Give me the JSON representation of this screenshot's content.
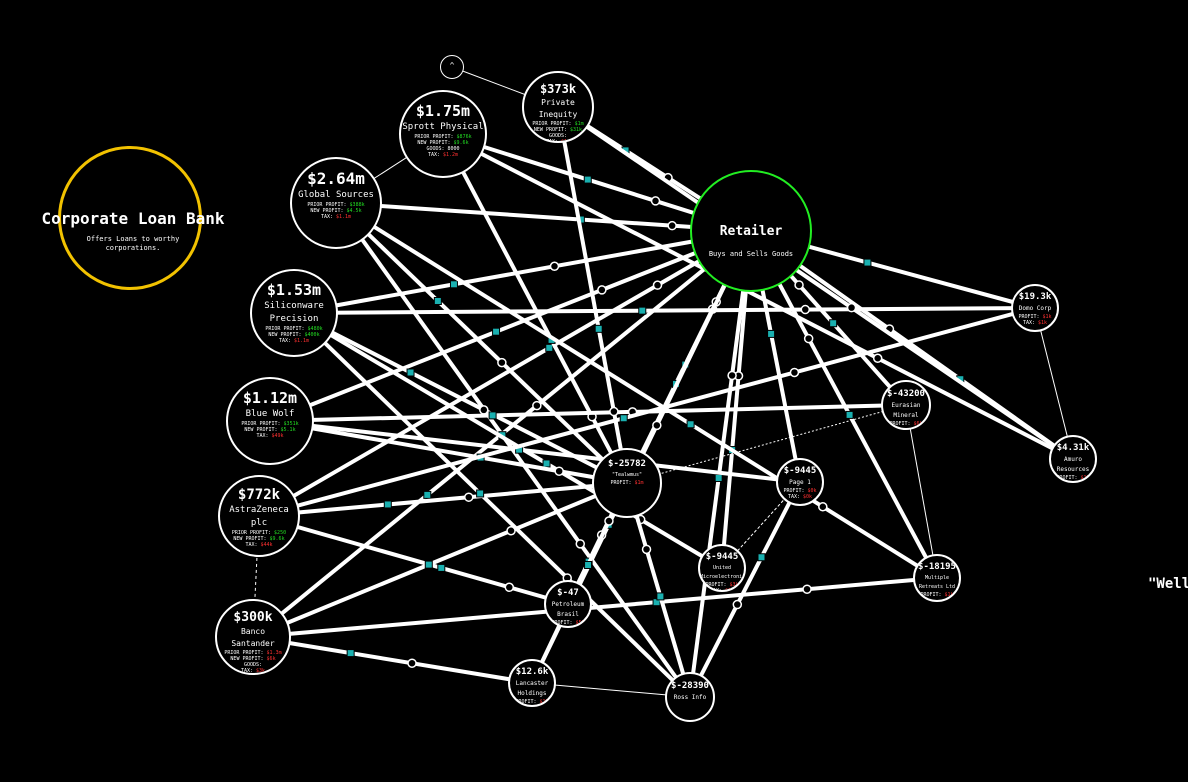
{
  "bank": {
    "title": "Corporate Loan Bank",
    "desc": "Offers Loans to worthy corporations."
  },
  "retailer": {
    "title": "Retailer",
    "desc": "Buys and Sells Goods"
  },
  "small_node_label": "^",
  "edge_text": "\"Well",
  "companies": [
    {
      "id": "private-inequity",
      "value": "$373k",
      "name": "Private Inequity",
      "stats": [
        [
          "PRIOR PROFIT:",
          "$1m",
          "pos"
        ],
        [
          "NEW PROFIT:",
          "$31k",
          "pos"
        ],
        [
          "GOODS:",
          "",
          ""
        ],
        [
          "TAX:",
          "$1m",
          "neg"
        ]
      ]
    },
    {
      "id": "sprott-physical",
      "value": "$1.75m",
      "name": "Sprott Physical",
      "stats": [
        [
          "PRIOR PROFIT:",
          "$876k",
          "pos"
        ],
        [
          "NEW PROFIT:",
          "$9.6k",
          "pos"
        ],
        [
          "GOODS:",
          "8000",
          ""
        ],
        [
          "TAX:",
          "$1.2m",
          "neg"
        ]
      ]
    },
    {
      "id": "global-sources",
      "value": "$2.64m",
      "name": "Global Sources",
      "stats": [
        [
          "PRIOR PROFIT:",
          "$388k",
          "pos"
        ],
        [
          "NEW PROFIT:",
          "$4.5k",
          "pos"
        ],
        [
          "TAX:",
          "$1.1m",
          "neg"
        ]
      ]
    },
    {
      "id": "siliconware",
      "value": "$1.53m",
      "name": "Siliconware Precision",
      "stats": [
        [
          "PRIOR PROFIT:",
          "$480k",
          "pos"
        ],
        [
          "NEW PROFIT:",
          "$400k",
          "pos"
        ],
        [
          "TAX:",
          "$1.1m",
          "neg"
        ]
      ]
    },
    {
      "id": "blue-wolf",
      "value": "$1.12m",
      "name": "Blue Wolf",
      "stats": [
        [
          "PRIOR PROFIT:",
          "$351k",
          "pos"
        ],
        [
          "NEW PROFIT:",
          "$5.1k",
          "pos"
        ],
        [
          "TAX:",
          "$49k",
          "neg"
        ]
      ]
    },
    {
      "id": "astrazeneca",
      "value": "$772k",
      "name": "AstraZeneca plc",
      "stats": [
        [
          "PRIOR PROFIT:",
          "$250",
          "pos"
        ],
        [
          "NEW PROFIT:",
          "$9.6k",
          "pos"
        ],
        [
          "TAX:",
          "$44k",
          "neg"
        ]
      ]
    },
    {
      "id": "banco-santander",
      "value": "$300k",
      "name": "Banco Santander",
      "stats": [
        [
          "PRIOR PROFIT:",
          "$1.3m",
          "neg"
        ],
        [
          "NEW PROFIT:",
          "$6k",
          "neg"
        ],
        [
          "GOODS:",
          "",
          ""
        ],
        [
          "TAX:",
          "$3k",
          "neg"
        ]
      ]
    },
    {
      "id": "node-25782",
      "value": "$-25782",
      "name": "\"Tealwmus\"",
      "stats": [
        [
          "PROFIT:",
          "$1m",
          "neg"
        ]
      ]
    },
    {
      "id": "node-9445-a",
      "value": "$-9445",
      "name": "Page 1",
      "stats": [
        [
          "PROFIT:",
          "$0k",
          "neg"
        ],
        [
          "TAX:",
          "$0k",
          "neg"
        ]
      ]
    },
    {
      "id": "node-9445-b",
      "value": "$-9445",
      "name": "United Microelectronics",
      "stats": [
        [
          "PROFIT:",
          "$3k",
          "neg"
        ],
        [
          "TAX:",
          "$1k",
          "neg"
        ]
      ]
    },
    {
      "id": "node-43200",
      "value": "$-43200",
      "name": "Eurasian Mineral",
      "stats": [
        [
          "PROFIT:",
          "$6k",
          "neg"
        ]
      ]
    },
    {
      "id": "node-19-3k",
      "value": "$19.3k",
      "name": "Domo Corp",
      "stats": [
        [
          "PROFIT:",
          "$1k",
          "neg"
        ],
        [
          "TAX:",
          "$1k",
          "neg"
        ]
      ]
    },
    {
      "id": "node-4-31k",
      "value": "$4.31k",
      "name": "Amuro Resources",
      "stats": [
        [
          "PROFIT:",
          "$1k",
          "neg"
        ]
      ]
    },
    {
      "id": "node-18195",
      "value": "$-18195",
      "name": "Multiple Retreats Ltd",
      "stats": [
        [
          "PROFIT:",
          "$1k",
          "neg"
        ]
      ]
    },
    {
      "id": "node-47",
      "value": "$-47",
      "name": "Petroleum Brasil",
      "stats": [
        [
          "PROFIT:",
          "$5k",
          "neg"
        ]
      ]
    },
    {
      "id": "node-12-6k",
      "value": "$12.6k",
      "name": "Lancaster Holdings",
      "stats": [
        [
          "PROFIT:",
          "$1k",
          "neg"
        ]
      ]
    },
    {
      "id": "node-28390",
      "value": "$-28390",
      "name": "Ross Info",
      "stats": []
    }
  ]
}
